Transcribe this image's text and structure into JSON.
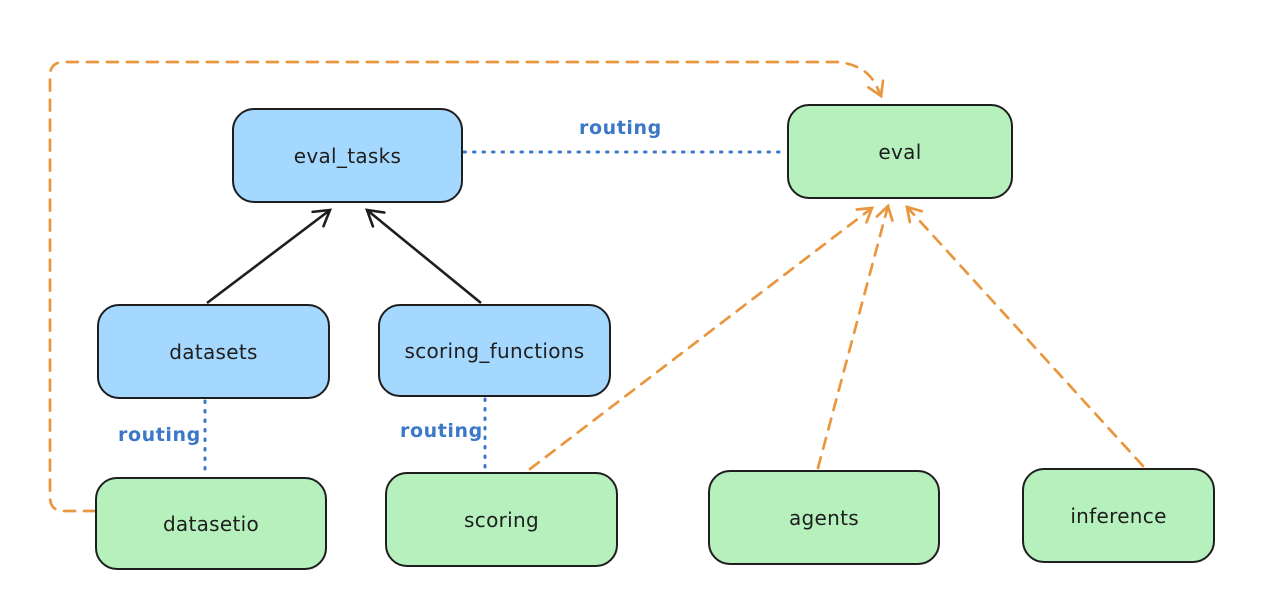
{
  "diagram": {
    "background": "#ffffff",
    "colors": {
      "node_border": "#1e1e1e",
      "api_node_fill_blue": "#a5d8ff",
      "provider_node_fill_green": "#b5f0bd",
      "routing_blue": "#3b78c8",
      "arrow_black": "#1e1e1e",
      "arrow_orange": "#e9973e"
    },
    "nodes": [
      {
        "id": "eval_tasks",
        "label": "eval_tasks",
        "color": "blue"
      },
      {
        "id": "eval",
        "label": "eval",
        "color": "green"
      },
      {
        "id": "datasets",
        "label": "datasets",
        "color": "blue"
      },
      {
        "id": "scoring_functions",
        "label": "scoring_functions",
        "color": "blue"
      },
      {
        "id": "datasetio",
        "label": "datasetio",
        "color": "green"
      },
      {
        "id": "scoring",
        "label": "scoring",
        "color": "green"
      },
      {
        "id": "agents",
        "label": "agents",
        "color": "green"
      },
      {
        "id": "inference",
        "label": "inference",
        "color": "green"
      }
    ],
    "edges": [
      {
        "from": "datasets",
        "to": "eval_tasks",
        "style": "solid-black-arrow",
        "label": ""
      },
      {
        "from": "scoring_functions",
        "to": "eval_tasks",
        "style": "solid-black-arrow",
        "label": ""
      },
      {
        "from": "eval_tasks",
        "to": "eval",
        "style": "dotted-blue",
        "label": "routing"
      },
      {
        "from": "datasets",
        "to": "datasetio",
        "style": "dotted-blue",
        "label": "routing"
      },
      {
        "from": "scoring_functions",
        "to": "scoring",
        "style": "dotted-blue",
        "label": "routing"
      },
      {
        "from": "datasetio",
        "to": "eval",
        "style": "dashed-orange-arrow",
        "label": ""
      },
      {
        "from": "scoring",
        "to": "eval",
        "style": "dashed-orange-arrow",
        "label": ""
      },
      {
        "from": "agents",
        "to": "eval",
        "style": "dashed-orange-arrow",
        "label": ""
      },
      {
        "from": "inference",
        "to": "eval",
        "style": "dashed-orange-arrow",
        "label": ""
      }
    ],
    "routing_labels": [
      "routing",
      "routing",
      "routing"
    ]
  }
}
